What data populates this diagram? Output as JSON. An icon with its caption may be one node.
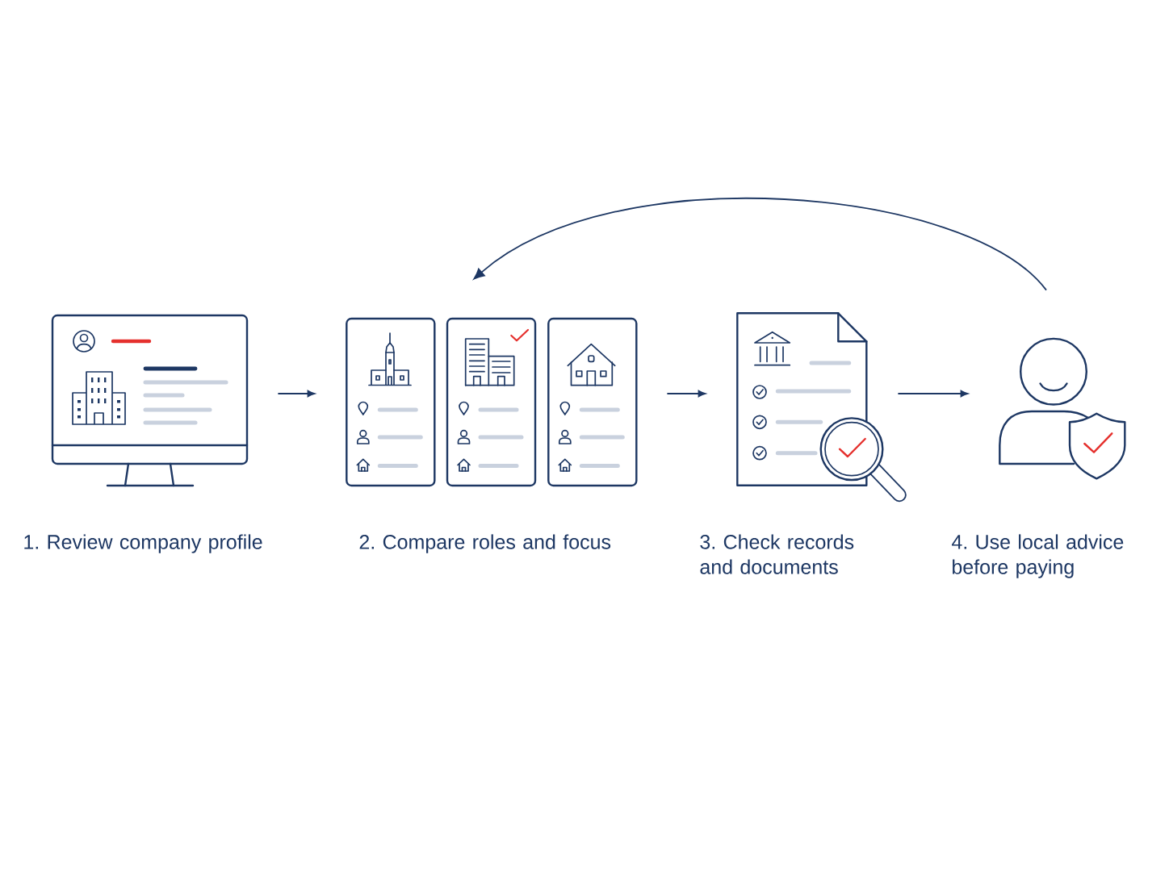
{
  "diagram": {
    "nodes": [
      {
        "text": [],
        "shape": "picture",
        "beside": [
          "1. Review company profile"
        ]
      },
      {
        "text": [],
        "shape": "picture",
        "beside": [
          "2. Compare roles and focus"
        ]
      },
      {
        "text": [],
        "shape": "picture",
        "beside": [
          "3. Check records and documents"
        ]
      },
      {
        "text": [],
        "shape": "picture",
        "beside": [
          "4. Use local advice before paying"
        ]
      }
    ],
    "edges": [
      {
        "from": 0,
        "to": 1,
        "arrow": "to"
      },
      {
        "from": 1,
        "to": 2,
        "arrow": "to"
      },
      {
        "from": 2,
        "to": 3,
        "arrow": "to"
      },
      {
        "from": 3,
        "to": 1,
        "arrow": "to"
      }
    ]
  }
}
